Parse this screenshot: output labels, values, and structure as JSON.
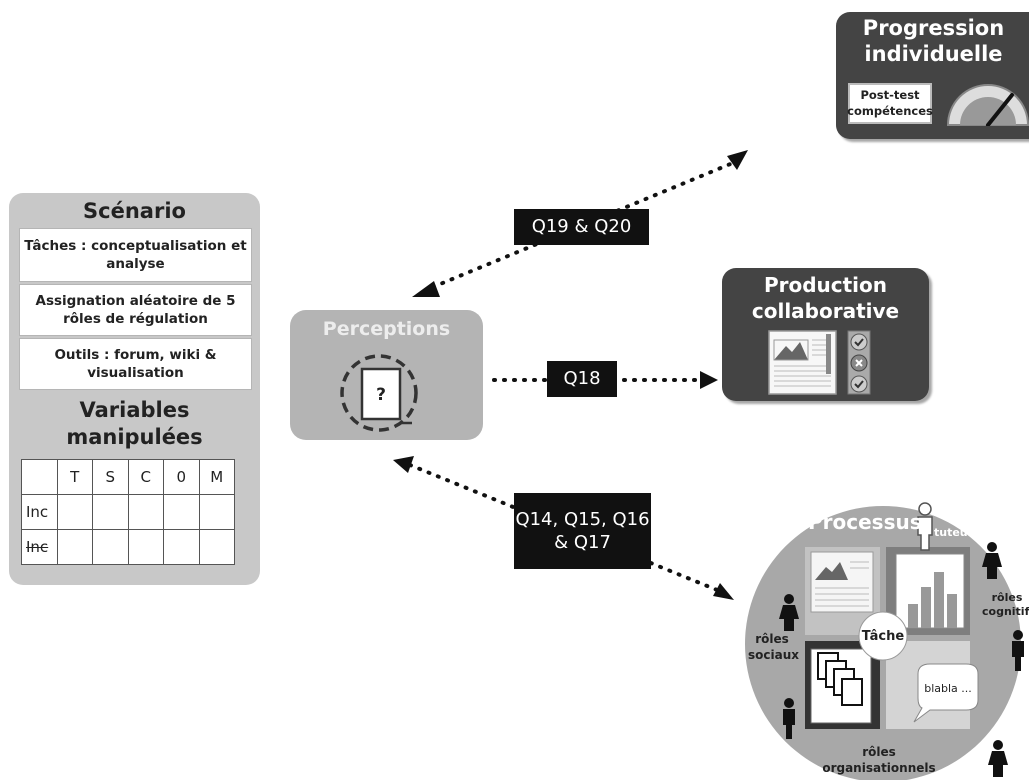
{
  "scenario": {
    "title": "Scénario",
    "boxes": [
      "Tâches : conceptualisation et analyse",
      "Assignation aléatoire de 5 rôles de régulation",
      "Outils : forum, wiki & visualisation"
    ],
    "variables_title": "Variables manipulées",
    "table": {
      "headers": [
        "",
        "T",
        "S",
        "C",
        "0",
        "M"
      ],
      "rows": [
        "Inc",
        "Inc"
      ]
    }
  },
  "perceptions": {
    "label": "Perceptions",
    "icon_text": "?"
  },
  "progression": {
    "title": "Progression individuelle",
    "posttest": "Post-test compétences"
  },
  "production": {
    "title": "Production collaborative"
  },
  "questions": {
    "q1920": "Q19 & Q20",
    "q18": "Q18",
    "q1417": "Q14, Q15, Q16 & Q17"
  },
  "processus": {
    "title": "Processus",
    "tuteur": "tuteur",
    "tache": "Tâche",
    "blabla": "blabla ...",
    "roles_sociaux": "rôles sociaux",
    "roles_cognitifs": "rôles cognitifs",
    "roles_organisationnels": "rôles organisationnels"
  }
}
